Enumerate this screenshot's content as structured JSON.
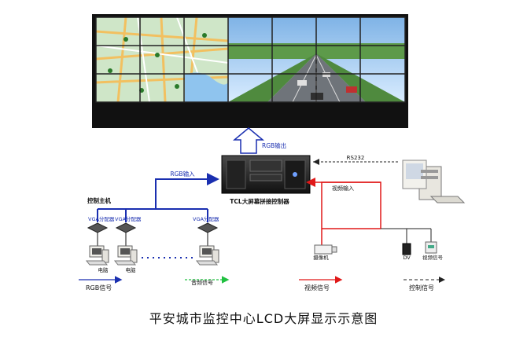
{
  "colors": {
    "rgb_line": "#1a2fb0",
    "video_line": "#e01818",
    "control_line": "#222222",
    "audio_line": "#20c040",
    "wall_frame": "#111111"
  },
  "labels": {
    "rgb_output": "RGB输出",
    "rs232": "RS232",
    "rgb_input": "RGB输入",
    "video_input": "视频输入",
    "controller": "TCL大屏幕拼接控制器",
    "control_host": "控制主机",
    "vga_splitter": "VGA分配器",
    "computer": "电脑",
    "camera": "摄像机",
    "dv": "DV",
    "video_signal_device": "视频信号"
  },
  "legend": {
    "rgb_signal": "RGB信号",
    "audio_signal": "音频信号",
    "video_signal": "视频信号",
    "control_signal": "控制信号"
  },
  "caption": "平安城市监控中心LCD大屏显示示意图",
  "icons": [
    "lcd-video-wall",
    "rack-controller",
    "desktop-pc",
    "vga-splitter",
    "camera-icon",
    "dv-icon",
    "signal-box-icon"
  ]
}
